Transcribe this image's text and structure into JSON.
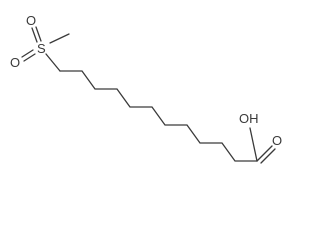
{
  "molecule": {
    "atoms": {
      "sulfur": "S",
      "oxygen_upper": "O",
      "oxygen_lower": "O",
      "hydroxyl": "OH",
      "carbonyl_oxygen": "O"
    },
    "colors": {
      "bond": "#3a3a3a",
      "label": "#3a3a3a",
      "background": "#ffffff"
    }
  }
}
